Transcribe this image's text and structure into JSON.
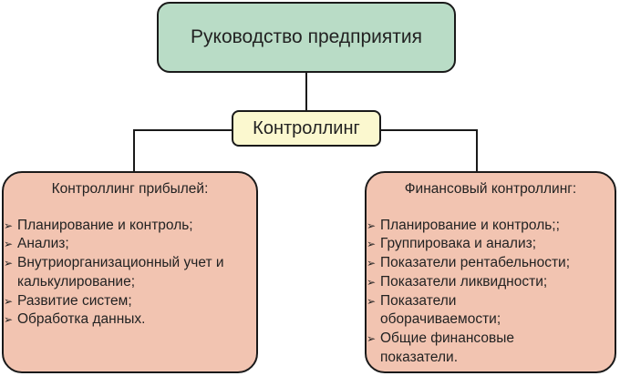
{
  "top": {
    "label": "Руководство предприятия"
  },
  "middle": {
    "label": "Контроллинг"
  },
  "left": {
    "title": "Контроллинг прибылей:",
    "items": [
      "Планирование и контроль;",
      "Анализ;",
      "Внутриорганизационный учет и калькулирование;",
      "Развитие систем;",
      "Обработка данных."
    ]
  },
  "right": {
    "title": "Финансовый контроллинг:",
    "items": [
      "Планирование и контроль;;",
      "Группировака и анализ;",
      "Показатели рентабельности;",
      "Показатели ликвидности;",
      "Показатели оборачиваемости;",
      "Общие финансовые показатели."
    ]
  }
}
